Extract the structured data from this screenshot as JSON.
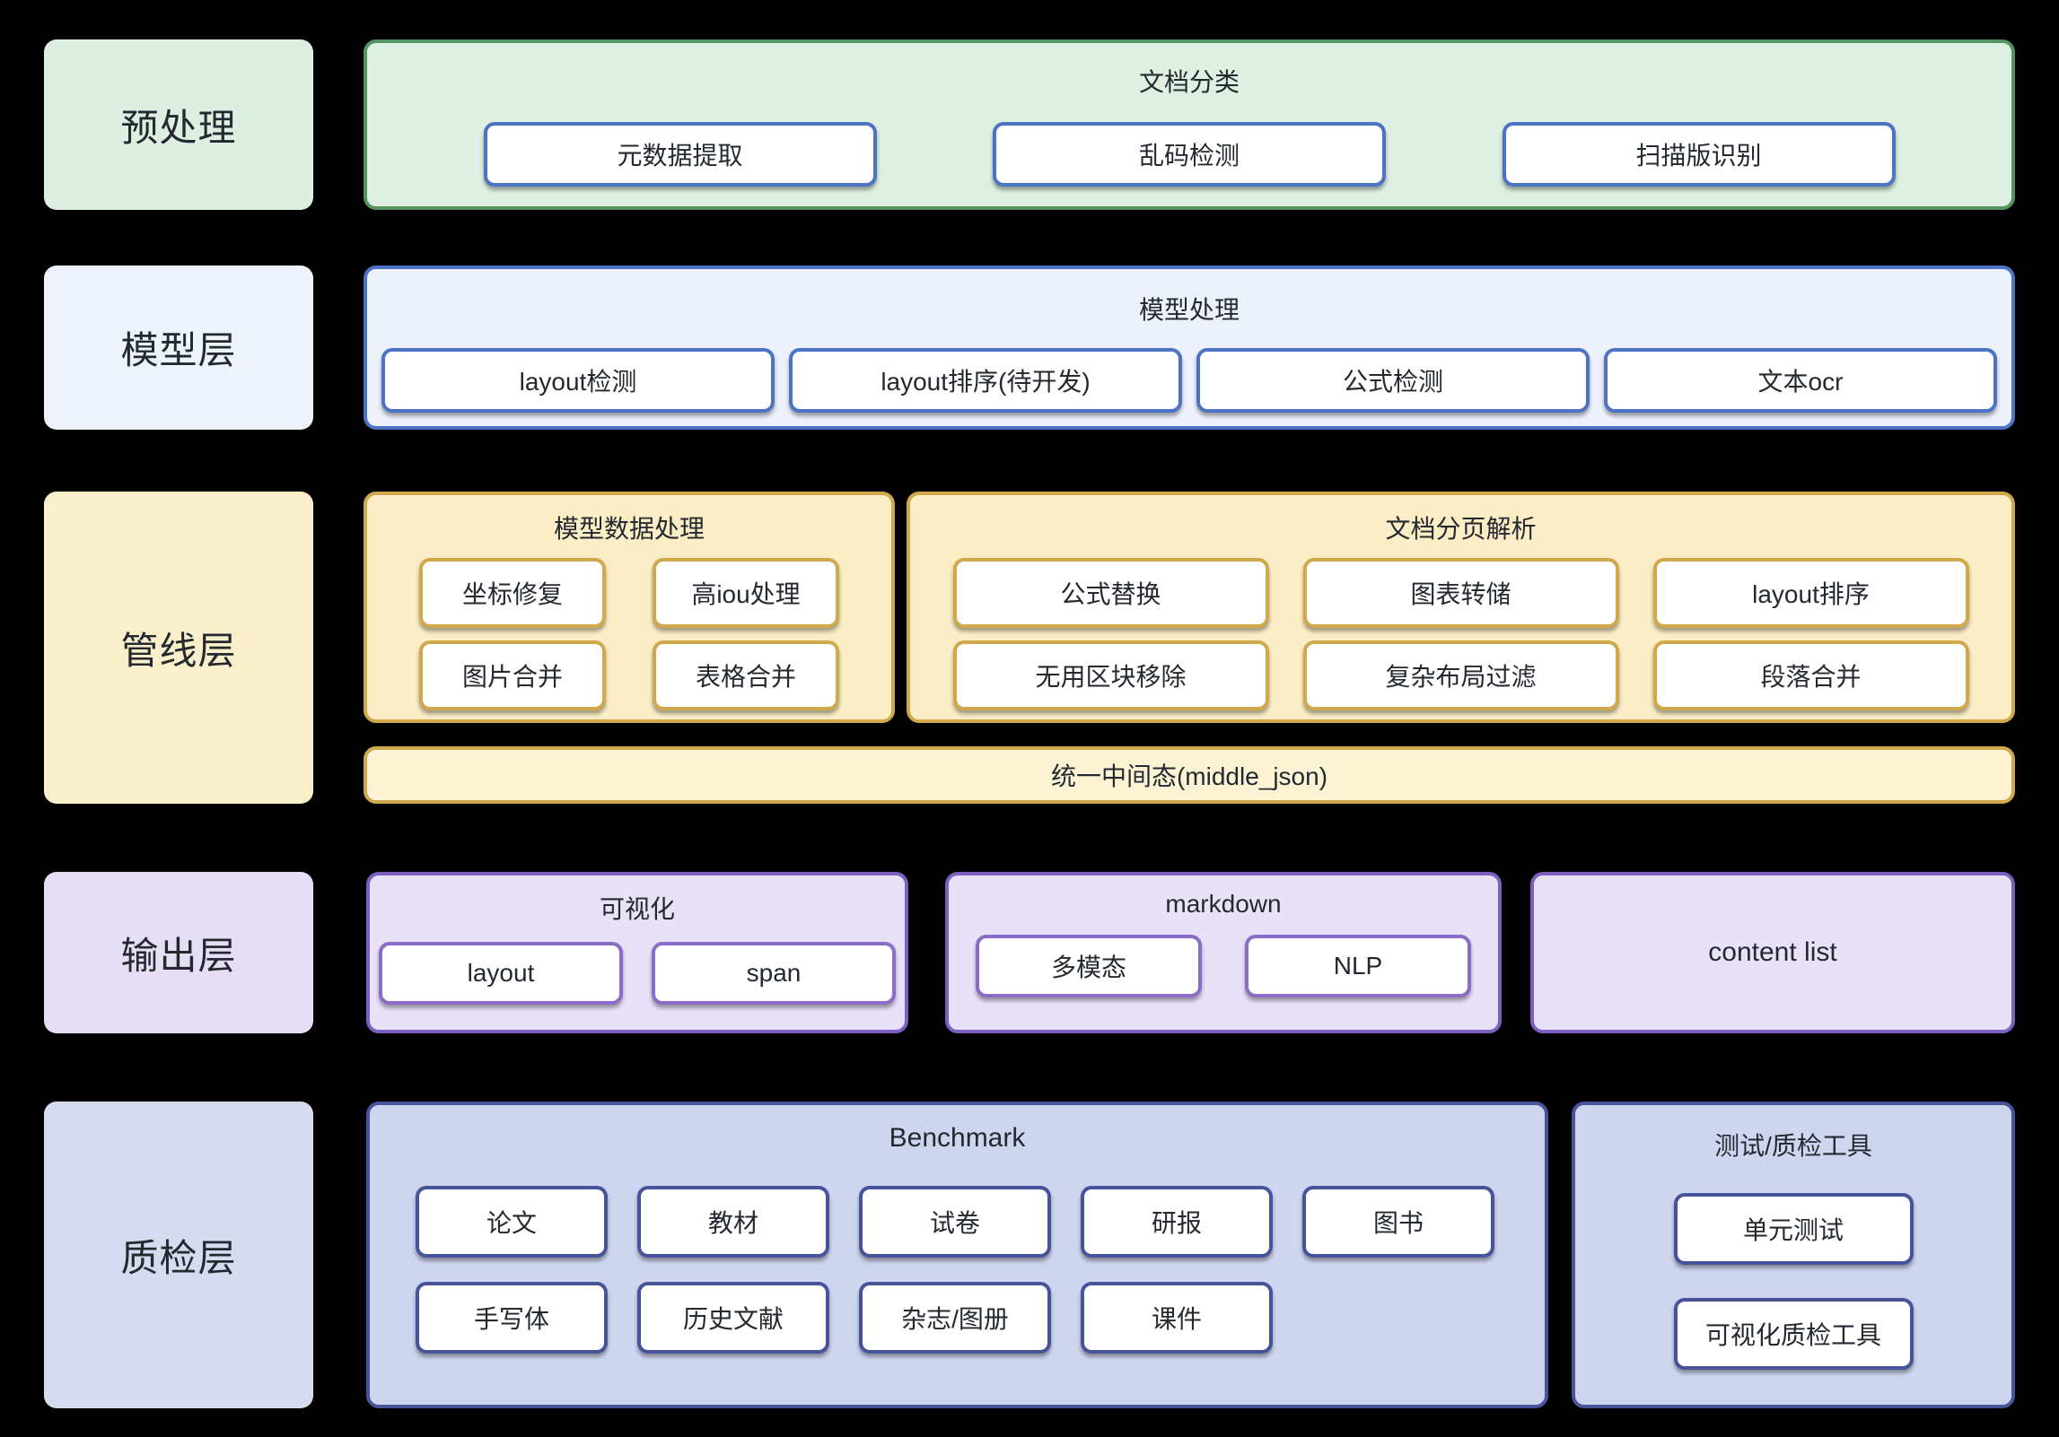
{
  "colors": {
    "background": "#000000",
    "text": "#24292f",
    "green_border": "#55945e",
    "green_fill": "#def0e2",
    "blue_border": "#4d74c4",
    "blue_fill": "#edf1fb",
    "gold_border": "#cfa94c",
    "gold_fill": "#fbedc5",
    "gold_bar_fill": "#fcf3d5",
    "purple_border": "#7c5fc1",
    "purple_node_border": "#8b6cc9",
    "purple_fill": "#e9e1f8",
    "slate_border": "#47549b",
    "slate_fill": "#ced5ee",
    "node_fill": "#ffffff"
  },
  "layers": [
    {
      "label": "预处理",
      "containers": [
        {
          "title": "文档分类",
          "boxes": [
            "元数据提取",
            "乱码检测",
            "扫描版识别"
          ]
        }
      ]
    },
    {
      "label": "模型层",
      "containers": [
        {
          "title": "模型处理",
          "boxes": [
            "layout检测",
            "layout排序(待开发)",
            "公式检测",
            "文本ocr"
          ]
        }
      ]
    },
    {
      "label": "管线层",
      "containers": [
        {
          "title": "模型数据处理",
          "boxes": [
            "坐标修复",
            "高iou处理",
            "图片合并",
            "表格合并"
          ]
        },
        {
          "title": "文档分页解析",
          "boxes": [
            "公式替换",
            "图表转储",
            "layout排序",
            "无用区块移除",
            "复杂布局过滤",
            "段落合并"
          ]
        }
      ],
      "bar": "统一中间态(middle_json)"
    },
    {
      "label": "输出层",
      "containers": [
        {
          "title": "可视化",
          "boxes": [
            "layout",
            "span"
          ]
        },
        {
          "title": "markdown",
          "boxes": [
            "多模态",
            "NLP"
          ]
        },
        {
          "title": "content list",
          "boxes": []
        }
      ]
    },
    {
      "label": "质检层",
      "containers": [
        {
          "title": "Benchmark",
          "boxes": [
            "论文",
            "教材",
            "试卷",
            "研报",
            "图书",
            "手写体",
            "历史文献",
            "杂志/图册",
            "课件"
          ]
        },
        {
          "title": "测试/质检工具",
          "boxes": [
            "单元测试",
            "可视化质检工具"
          ]
        }
      ]
    }
  ]
}
